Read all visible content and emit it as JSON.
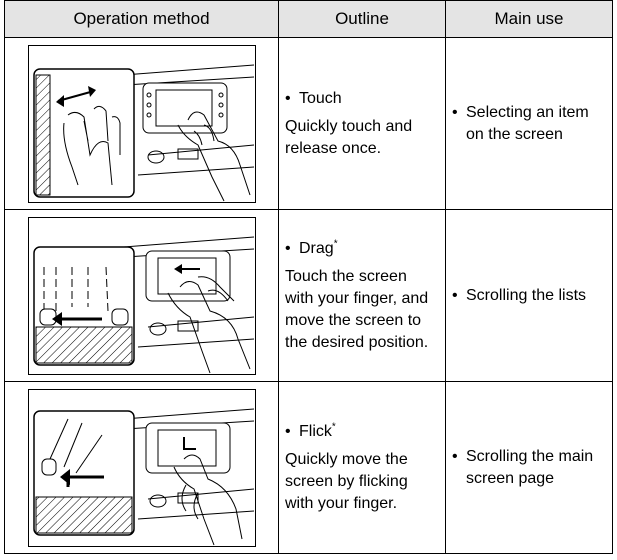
{
  "headers": {
    "method": "Operation method",
    "outline": "Outline",
    "use": "Main use"
  },
  "rows": [
    {
      "illustration": "touch-illustration",
      "term": "Touch",
      "asterisk": "",
      "description": "Quickly touch and release once.",
      "use": "Selecting an item on the screen"
    },
    {
      "illustration": "drag-illustration",
      "term": "Drag",
      "asterisk": "*",
      "description": "Touch the screen with your finger, and move the screen to the desired position.",
      "use": "Scrolling the lists"
    },
    {
      "illustration": "flick-illustration",
      "term": "Flick",
      "asterisk": "*",
      "description": "Quickly move the screen by flicking with your finger.",
      "use": "Scrolling the main screen page"
    }
  ]
}
